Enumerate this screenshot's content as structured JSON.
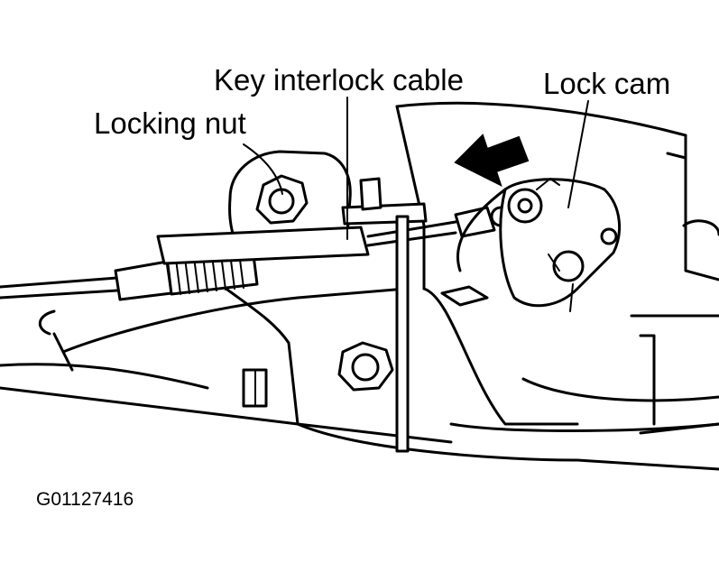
{
  "labels": {
    "key_interlock_cable": "Key interlock cable",
    "locking_nut": "Locking nut",
    "lock_cam": "Lock cam",
    "figure_id": "G01127416"
  },
  "colors": {
    "ink": "#000000",
    "paper": "#ffffff"
  }
}
